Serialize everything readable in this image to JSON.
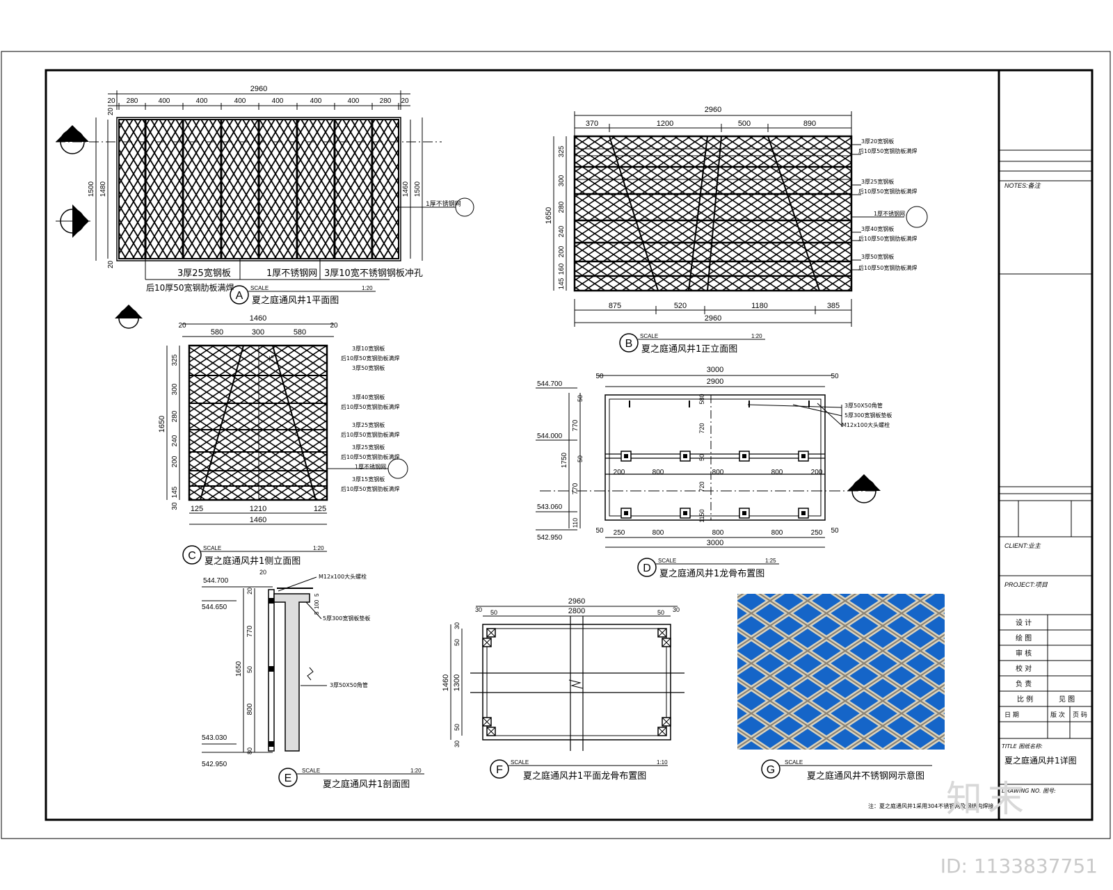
{
  "views": {
    "A": {
      "letter": "A",
      "scale_word": "SCALE",
      "scale": "1:20",
      "title": "夏之庭通风井1平面图",
      "total": "2960",
      "bays": [
        "280",
        "400",
        "400",
        "400",
        "400",
        "400",
        "400",
        "280"
      ],
      "edge": [
        "20",
        "20"
      ],
      "heights": [
        "1480",
        "1500",
        "1460",
        "1500"
      ],
      "edge_v": [
        "20",
        "20"
      ],
      "labels": [
        "3厚25宽钢板",
        "1厚不锈钢网",
        "3厚10宽不锈钢钢板冲孔",
        "后10厚50宽钢肋板满焊"
      ],
      "side_label": "1厚不锈钢网"
    },
    "B": {
      "letter": "B",
      "scale_word": "SCALE",
      "scale": "1:20",
      "title": "夏之庭通风井1正立面图",
      "top_total": "2960",
      "top": [
        "370",
        "1200",
        "500",
        "890"
      ],
      "bottom": [
        "875",
        "520",
        "1180",
        "385"
      ],
      "bottom_total": "2960",
      "height": "1650",
      "rows": [
        "325",
        "300",
        "280",
        "240",
        "200",
        "160",
        "145"
      ],
      "labels": [
        "3厚20宽钢板",
        "后10厚50宽钢肋板满焊",
        "3厚25宽钢板",
        "后10厚50宽钢肋板满焊",
        "1厚不锈钢网",
        "3厚40宽钢板",
        "后10厚50宽钢肋板满焊",
        "3厚50宽钢板",
        "后10厚50宽钢肋板满焊"
      ]
    },
    "C": {
      "letter": "C",
      "scale_word": "SCALE",
      "scale": "1:20",
      "title": "夏之庭通风井1侧立面图",
      "top_total": "1460",
      "top": [
        "580",
        "300",
        "580"
      ],
      "edge": [
        "20",
        "20"
      ],
      "bottom": [
        "125",
        "1210",
        "125"
      ],
      "bottom_total": "1460",
      "height": "1650",
      "rows": [
        "325",
        "300",
        "280",
        "240",
        "200",
        "145",
        "30"
      ],
      "inner": "75",
      "labels": [
        "3厚10宽钢板",
        "后10厚50宽钢肋板满焊",
        "3厚50宽钢板",
        "3厚40宽钢板",
        "后10厚50宽钢肋板满焊",
        "3厚25宽钢板",
        "后10厚50宽钢肋板满焊",
        "3厚25宽钢板",
        "后10厚50宽钢肋板满焊",
        "1厚不锈钢网",
        "3厚15宽钢板",
        "后10厚50宽钢肋板满焊"
      ]
    },
    "D": {
      "letter": "D",
      "scale_word": "SCALE",
      "scale": "1:25",
      "title": "夏之庭通风井1龙骨布置图",
      "top_total": "3000",
      "top_inner": "2900",
      "edge": [
        "50",
        "50"
      ],
      "mid": [
        "200",
        "800",
        "800",
        "800",
        "200"
      ],
      "bottom": [
        "250",
        "800",
        "800",
        "800",
        "250"
      ],
      "bottom_total": "3000",
      "levels": [
        "544.700",
        "544.000",
        "543.060",
        "542.950"
      ],
      "left": [
        "770",
        "1750",
        "770",
        "110"
      ],
      "small": [
        "50",
        "50"
      ],
      "inner_v": [
        "580",
        "720",
        "50",
        "720",
        "1150"
      ],
      "labels": [
        "3厚50X50角管",
        "5厚300宽钢板垫板",
        "M12x100大头螺栓"
      ]
    },
    "E": {
      "letter": "E",
      "scale_word": "SCALE",
      "scale": "1:20",
      "title": "夏之庭通风井1剖面图",
      "levels": [
        "544.700",
        "544.650",
        "543.030",
        "542.950"
      ],
      "dims": [
        "20",
        "770",
        "1650",
        "50",
        "800",
        "80"
      ],
      "top": "20",
      "small": [
        "5",
        "100",
        "5"
      ],
      "labels": [
        "M12x100大头螺栓",
        "5厚300宽钢板垫板",
        "3厚50X50角管"
      ]
    },
    "F": {
      "letter": "F",
      "scale_word": "SCALE",
      "scale": "1:10",
      "title": "夏之庭通风井1平面龙骨布置图",
      "top_total": "2960",
      "top_inner": "2800",
      "edge": [
        "30",
        "50",
        "50",
        "30"
      ],
      "height": "1460",
      "inner": "1300",
      "small": [
        "30",
        "50",
        "50",
        "30"
      ]
    },
    "G": {
      "letter": "G",
      "scale_word": "SCALE",
      "scale": "",
      "title": "夏之庭通风井不锈钢网示意图"
    }
  },
  "title_block": {
    "notes": "NOTES:备注",
    "client": "CLIENT:业主",
    "project": "PROJECT:项目",
    "rows": [
      "设 计",
      "绘 图",
      "审 核",
      "校 对",
      "负 责"
    ],
    "split": [
      "比 例",
      "见 图"
    ],
    "date_row": [
      "日 期",
      "版 次",
      "页 码"
    ],
    "title_label": "TITLE 图纸名称:",
    "title_value": "夏之庭通风井1详图",
    "drawing_no": "DRAWING NO. 图号:"
  },
  "footnote": "注：夏之庭通风井1采用304不锈钢网及钢结构焊接",
  "watermark": "知末",
  "id_label": "ID: 1133837751",
  "colors": {
    "line": "#000000",
    "mesh_blue": "#1565c8",
    "mesh_metal": "#c8c0a8"
  }
}
